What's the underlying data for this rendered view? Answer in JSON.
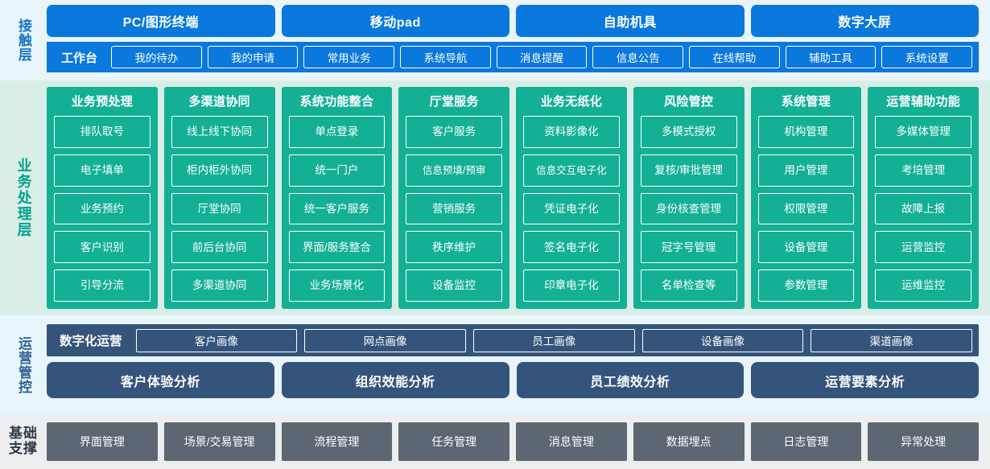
{
  "colors": {
    "contact_bg": "#eaf4fb",
    "contact_accent": "#0a78dc",
    "biz_bg": "#daeee8",
    "biz_accent": "#13b096",
    "ops_bg": "#e8f5fd",
    "ops_accent": "#34547c",
    "base_bg": "#eceef0",
    "base_accent": "#5d6773"
  },
  "contact_layer": {
    "side_label": "接触层",
    "channels": [
      {
        "label": "PC/图形终端"
      },
      {
        "label": "移动pad"
      },
      {
        "label": "自助机具"
      },
      {
        "label": "数字大屏"
      }
    ],
    "toolbar_title": "工作台",
    "toolbar_items": [
      {
        "label": "我的待办"
      },
      {
        "label": "我的申请"
      },
      {
        "label": "常用业务"
      },
      {
        "label": "系统导航"
      },
      {
        "label": "消息提醒"
      },
      {
        "label": "信息公告"
      },
      {
        "label": "在线帮助"
      },
      {
        "label": "辅助工具"
      },
      {
        "label": "系统设置"
      }
    ]
  },
  "business_layer": {
    "side_label": "业务处理层",
    "columns": [
      {
        "title": "业务预处理",
        "items": [
          "排队取号",
          "电子填单",
          "业务预约",
          "客户识别",
          "引导分流"
        ]
      },
      {
        "title": "多渠道协同",
        "items": [
          "线上线下协同",
          "柜内柜外协同",
          "厅堂协同",
          "前后台协同",
          "多渠道协同"
        ]
      },
      {
        "title": "系统功能整合",
        "items": [
          "单点登录",
          "统一门户",
          "统一客户服务",
          "界面/服务整合",
          "业务场景化"
        ]
      },
      {
        "title": "厅堂服务",
        "items": [
          "客户服务",
          "信息预填/预审",
          "营销服务",
          "秩序维护",
          "设备监控"
        ]
      },
      {
        "title": "业务无纸化",
        "items": [
          "资料影像化",
          "信息交互电子化",
          "凭证电子化",
          "签名电子化",
          "印章电子化"
        ]
      },
      {
        "title": "风险管控",
        "items": [
          "多模式授权",
          "复核/审批管理",
          "身份核查管理",
          "冠字号管理",
          "名单检查等"
        ]
      },
      {
        "title": "系统管理",
        "items": [
          "机构管理",
          "用户管理",
          "权限管理",
          "设备管理",
          "参数管理"
        ]
      },
      {
        "title": "运营辅助功能",
        "items": [
          "多媒体管理",
          "考培管理",
          "故障上报",
          "运营监控",
          "运维监控"
        ]
      }
    ]
  },
  "operations_layer": {
    "side_label": "运营管控",
    "digital_ops_title": "数字化运营",
    "portraits": [
      {
        "label": "客户画像"
      },
      {
        "label": "网点画像"
      },
      {
        "label": "员工画像"
      },
      {
        "label": "设备画像"
      },
      {
        "label": "渠道画像"
      }
    ],
    "analyses": [
      {
        "label": "客户体验分析"
      },
      {
        "label": "组织效能分析"
      },
      {
        "label": "员工绩效分析"
      },
      {
        "label": "运营要素分析"
      }
    ]
  },
  "foundation_layer": {
    "side_label_line1": "基础",
    "side_label_line2": "支撑",
    "items": [
      {
        "label": "界面管理"
      },
      {
        "label": "场景/交易管理"
      },
      {
        "label": "流程管理"
      },
      {
        "label": "任务管理"
      },
      {
        "label": "消息管理"
      },
      {
        "label": "数据埋点"
      },
      {
        "label": "日志管理"
      },
      {
        "label": "异常处理"
      }
    ]
  }
}
